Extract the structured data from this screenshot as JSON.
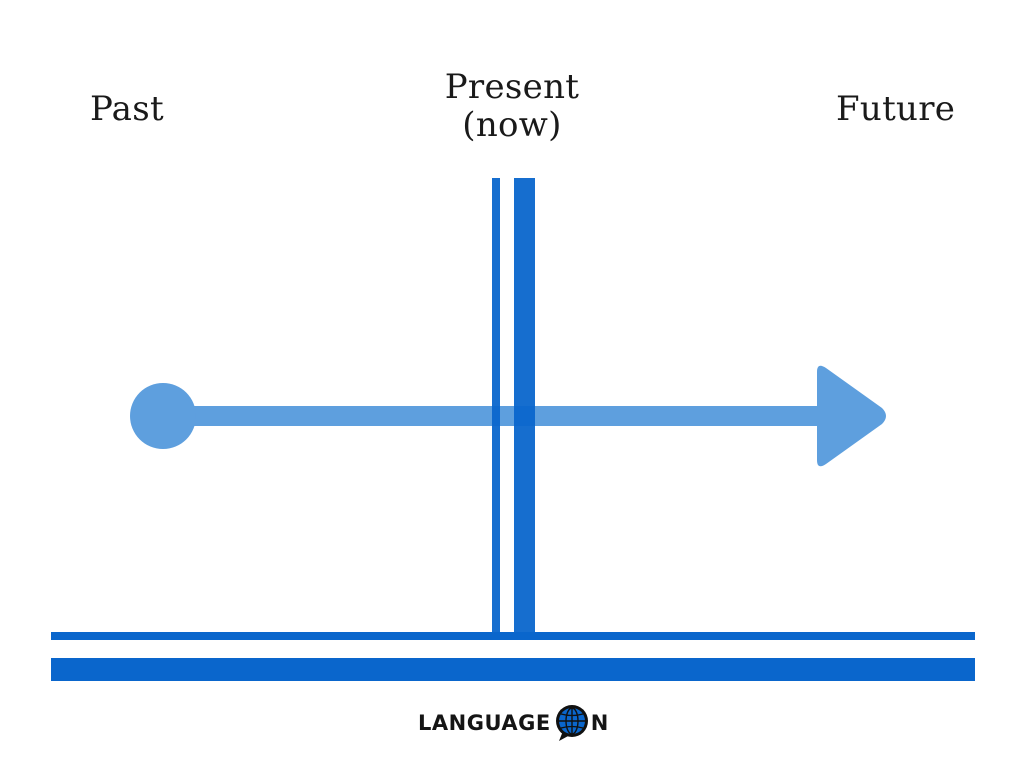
{
  "labels": {
    "past": "Past",
    "present_line1": "Present",
    "present_line2": "(now)",
    "future": "Future"
  },
  "brand": {
    "text_before": "LANGUAGE",
    "text_after": "N",
    "icon": "globe-speech-bubble-icon"
  },
  "colors": {
    "dark_blue": "#0a66cc",
    "arrow_blue": "#5e9fde",
    "text": "#1a1a1a"
  }
}
